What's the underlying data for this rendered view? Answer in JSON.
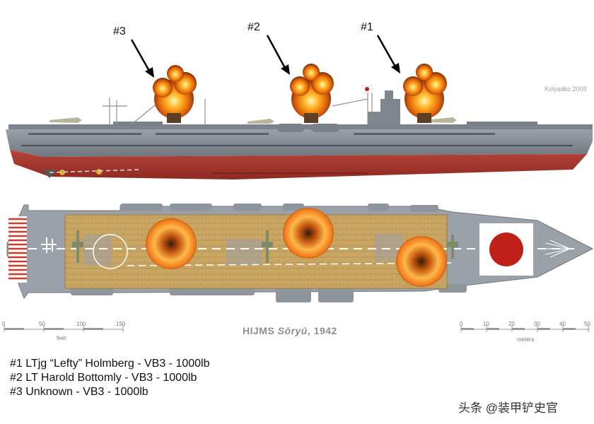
{
  "credit": "Kolyadko 2009",
  "callouts": [
    "#1",
    "#2",
    "#3"
  ],
  "title": {
    "prefix": "HIJMS ",
    "name": "Sōryū",
    "suffix": ", 1942"
  },
  "scale_feet": {
    "ticks": [
      "0",
      "50",
      "100",
      "150"
    ],
    "unit": "feet"
  },
  "scale_meters": {
    "ticks": [
      "0",
      "10",
      "20",
      "30",
      "40",
      "50"
    ],
    "unit": "meters"
  },
  "legend": [
    "#1  LTjg “Lefty” Holmberg - VB3 - 1000lb",
    "#2  LT Harold Bottomly - VB3 - 1000lb",
    "#3  Unknown - VB3 - 1000lb"
  ],
  "watermark": "头条 @装甲铲史官",
  "colors": {
    "hull_gray": "#8f959c",
    "hull_red": "#a8382e",
    "deck_wood": "#c9a664",
    "explosion": "#f29a1f",
    "hinomaru": "#c0201a"
  }
}
